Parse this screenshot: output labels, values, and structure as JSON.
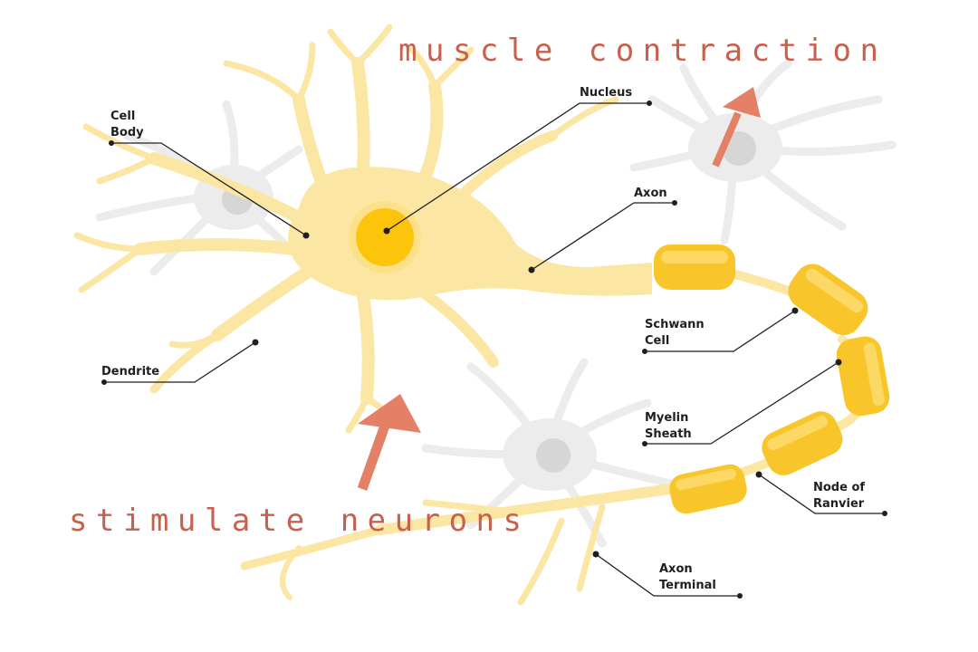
{
  "captions": {
    "top": "muscle contraction",
    "bottom": "stimulate neurons"
  },
  "labels": {
    "cell_body": [
      "Cell",
      "Body"
    ],
    "nucleus": "Nucleus",
    "axon": "Axon",
    "dendrite": "Dendrite",
    "schwann_cell": [
      "Schwann",
      "Cell"
    ],
    "myelin_sheath": [
      "Myelin",
      "Sheath"
    ],
    "node_of_ranvier": [
      "Node of",
      "Ranvier"
    ],
    "axon_terminal": [
      "Axon",
      "Terminal"
    ]
  },
  "colors": {
    "neuron_fill": "#fbe7a3",
    "nucleus": "#fcc50b",
    "myelin": "#f8c52a",
    "background_neuron": "#ececec",
    "caption": "#c8604e",
    "arrow": "#e48066",
    "leader_lines": "#1f1f1f"
  }
}
